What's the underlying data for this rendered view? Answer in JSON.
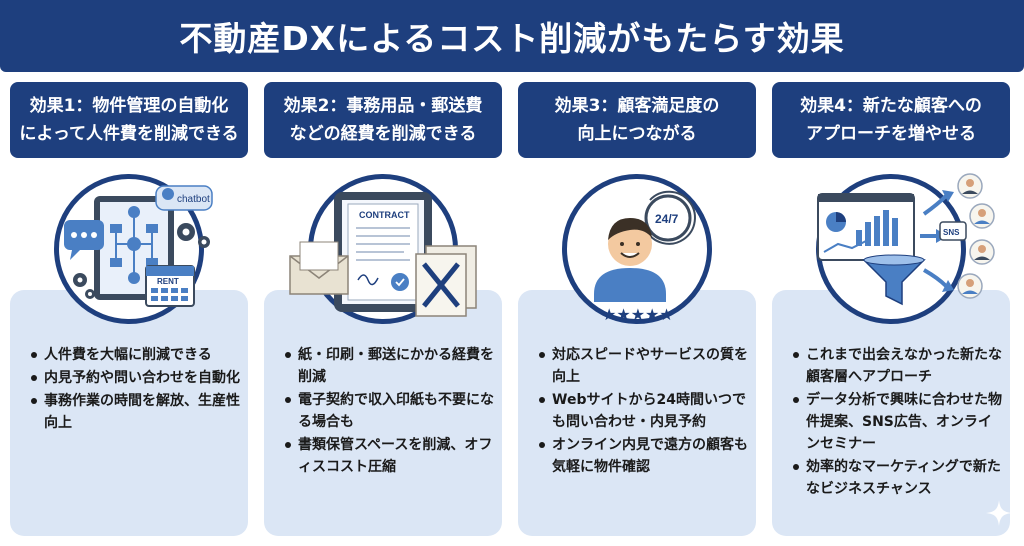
{
  "title": "不動産DXによるコスト削減がもたらす効果",
  "colors": {
    "navy": "#1e3f7e",
    "card": "#dbe6f5",
    "accent": "#4a7fc4"
  },
  "effects": [
    {
      "heading": "効果1：物件管理の自動化\nによって人件費を削減できる",
      "icons": {
        "bubble": "chatbot",
        "calendar": "RENT"
      },
      "bullets": [
        "人件費を大幅に削減できる",
        "内見予約や問い合わせを自動化",
        "事務作業の時間を解放、生産性向上"
      ]
    },
    {
      "heading": "効果2：事務用品・郵送費\nなどの経費を削減できる",
      "icons": {
        "document": "CONTRACT"
      },
      "bullets": [
        "紙・印刷・郵送にかかる経費を削減",
        "電子契約で収入印紙も不要になる場合も",
        "書類保管スペースを削減、オフィスコスト圧縮"
      ]
    },
    {
      "heading": "効果3：顧客満足度の\n向上につながる",
      "icons": {
        "clock": "24/7"
      },
      "bullets": [
        "対応スピードやサービスの質を向上",
        "Webサイトから24時間いつでも問い合わせ・内見予約",
        "オンライン内見で遠方の顧客も気軽に物件確認"
      ]
    },
    {
      "heading": "効果4：新たな顧客への\nアプローチを増やせる",
      "icons": {
        "tag": "SNS"
      },
      "bullets": [
        "これまで出会えなかった新たな顧客層へアプローチ",
        "データ分析で興味に合わせた物件提案、SNS広告、オンラインセミナー",
        "効率的なマーケティングで新たなビジネスチャンス"
      ]
    }
  ]
}
